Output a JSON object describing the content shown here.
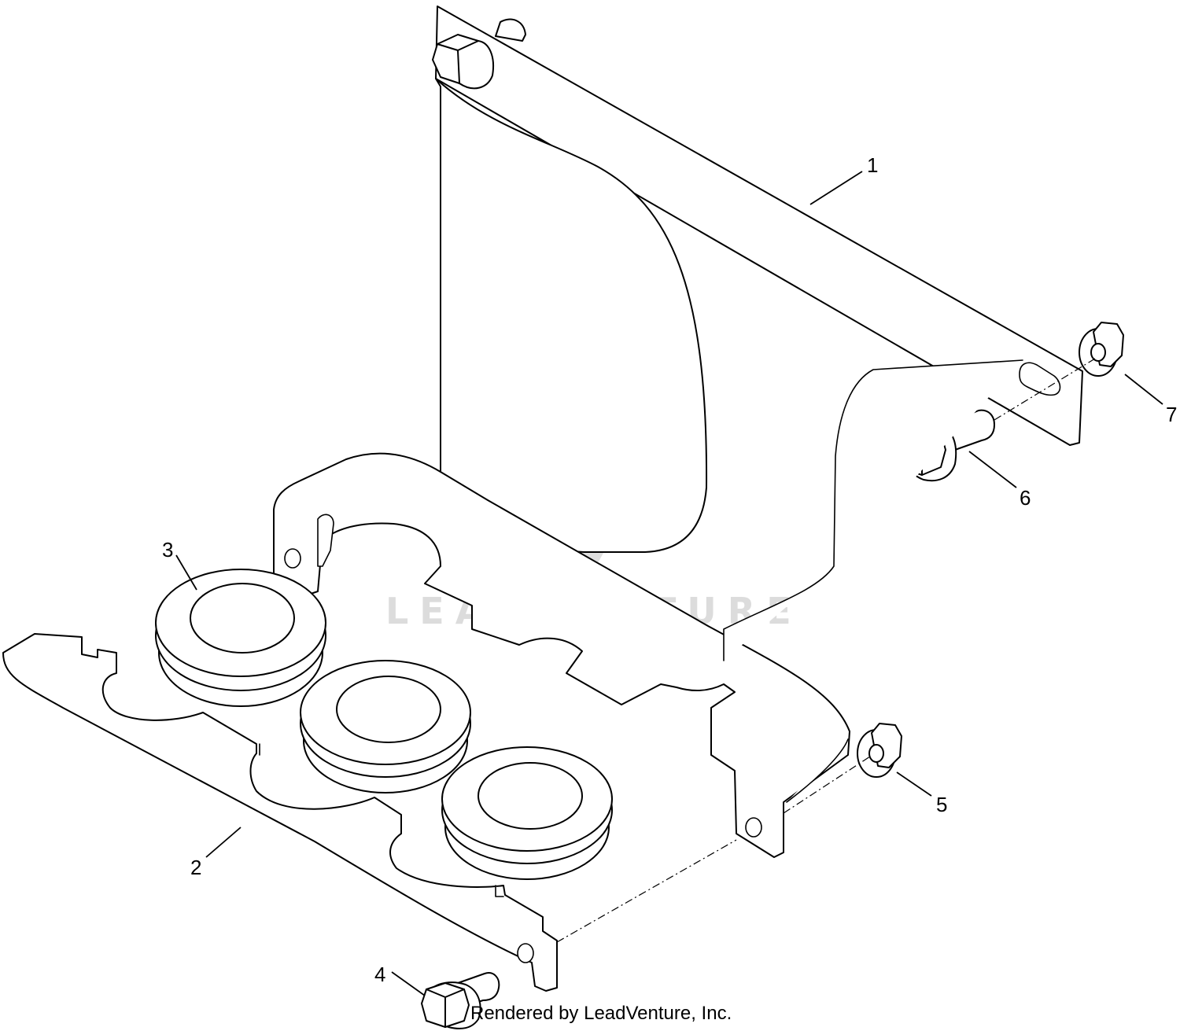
{
  "callouts": [
    {
      "number": "1",
      "part": "bracket"
    },
    {
      "number": "2",
      "part": "bottom-plate"
    },
    {
      "number": "3",
      "part": "grommet"
    },
    {
      "number": "4",
      "part": "bolt"
    },
    {
      "number": "5",
      "part": "flange-nut"
    },
    {
      "number": "6",
      "part": "bolt"
    },
    {
      "number": "7",
      "part": "flange-nut"
    }
  ],
  "watermark": {
    "text": "LEADVENTURE"
  },
  "credit": "Rendered by LeadVenture, Inc.",
  "colors": {
    "line": "#000000",
    "background": "#ffffff",
    "watermark": "#d9d9d9"
  }
}
